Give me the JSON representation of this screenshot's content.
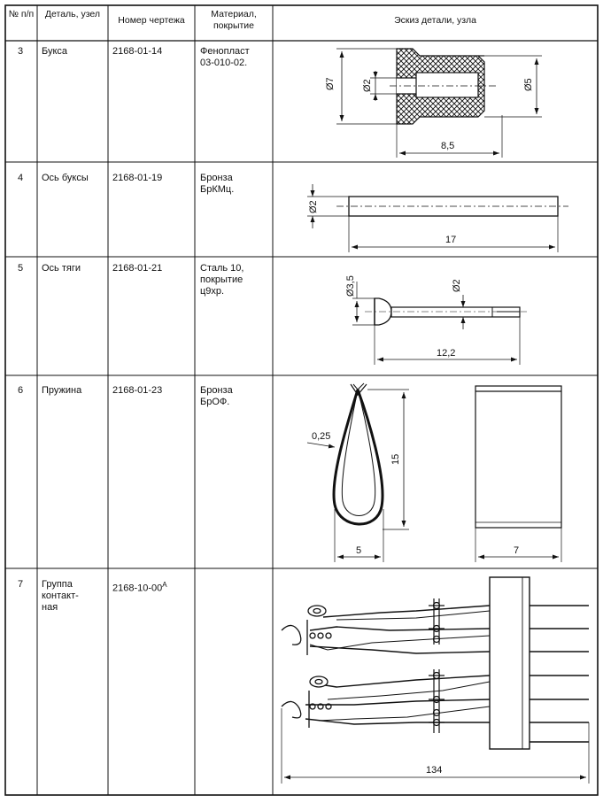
{
  "header": {
    "num": "№\nп/п",
    "part": "Деталь,\nузел",
    "drawing": "Номер чертежа",
    "material": "Материал,\nпокрытие",
    "sketch": "Эскиз детали, узла"
  },
  "rows": [
    {
      "num": "3",
      "part": "Букса",
      "drawing": "2168-01-14",
      "material": "Фенопласт\n03-010-02.",
      "dims": {
        "d_outer": "Ø7",
        "d_inner": "Ø2",
        "d_right": "Ø5",
        "length": "8,5"
      }
    },
    {
      "num": "4",
      "part": "Ось буксы",
      "drawing": "2168-01-19",
      "material": "Бронза\nБрКМц.",
      "dims": {
        "diameter": "Ø2",
        "length": "17"
      }
    },
    {
      "num": "5",
      "part": "Ось тяги",
      "drawing": "2168-01-21",
      "material": "Сталь 10,\nпокрытие\nц9хр.",
      "dims": {
        "d_head": "Ø3,5",
        "d_shaft": "Ø2",
        "length": "12,2"
      }
    },
    {
      "num": "6",
      "part": "Пружина",
      "drawing": "2168-01-23",
      "material": "Бронза\nБрОФ.",
      "dims": {
        "thickness": "0,25",
        "height": "15",
        "width": "5",
        "side_width": "7"
      }
    },
    {
      "num": "7",
      "part": "Группа\nконтакт-\nная",
      "drawing": "2168-10-00",
      "drawing_sup": "А",
      "material": "",
      "dims": {
        "length": "134"
      }
    }
  ]
}
